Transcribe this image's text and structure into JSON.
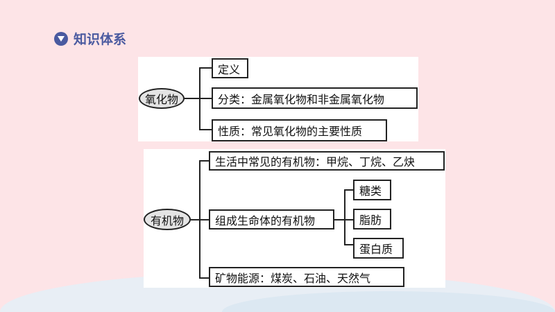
{
  "header": {
    "title": "知识体系",
    "icon": "triangle-down-circle-icon"
  },
  "oxides": {
    "root": "氧化物",
    "branches": [
      "定义",
      "分类：金属氧化物和非金属氧化物",
      "性质：常见氧化物的主要性质"
    ]
  },
  "organics": {
    "root": "有机物",
    "branches": [
      "生活中常见的有机物：甲烷、丁烷、乙炔",
      "组成生命体的有机物",
      "矿物能源：煤炭、石油、天然气"
    ],
    "sub": [
      "糖类",
      "脂肪",
      "蛋白质"
    ]
  }
}
